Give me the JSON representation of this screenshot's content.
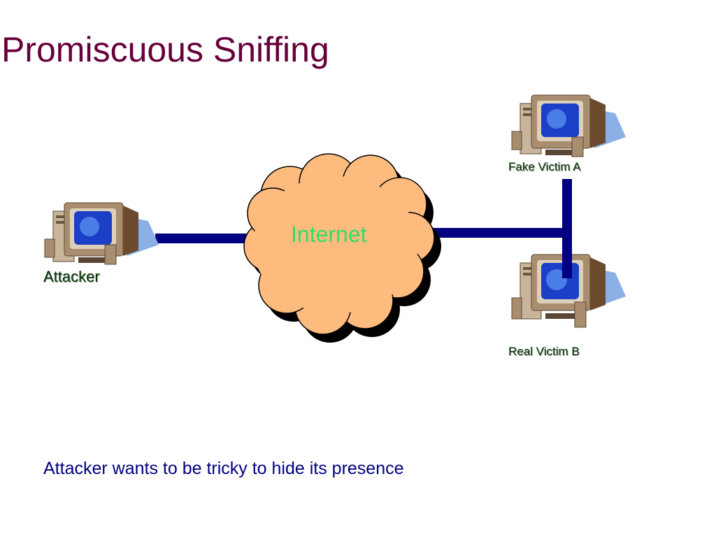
{
  "title": "Promiscuous Sniffing",
  "nodes": {
    "attacker": "Attacker",
    "fake_victim": "Fake Victim A",
    "real_victim": "Real Victim B"
  },
  "cloud": {
    "label": "Internet",
    "fill_color": "#fdbb7e"
  },
  "caption": "Attacker wants to be tricky to hide its presence",
  "colors": {
    "title": "#66003a",
    "link": "#000080",
    "caption": "#000080",
    "cloud_label": "#33dd66"
  },
  "icons": {
    "attacker": "desktop-computer-icon",
    "fake_victim": "desktop-computer-icon",
    "real_victim": "desktop-computer-icon"
  }
}
